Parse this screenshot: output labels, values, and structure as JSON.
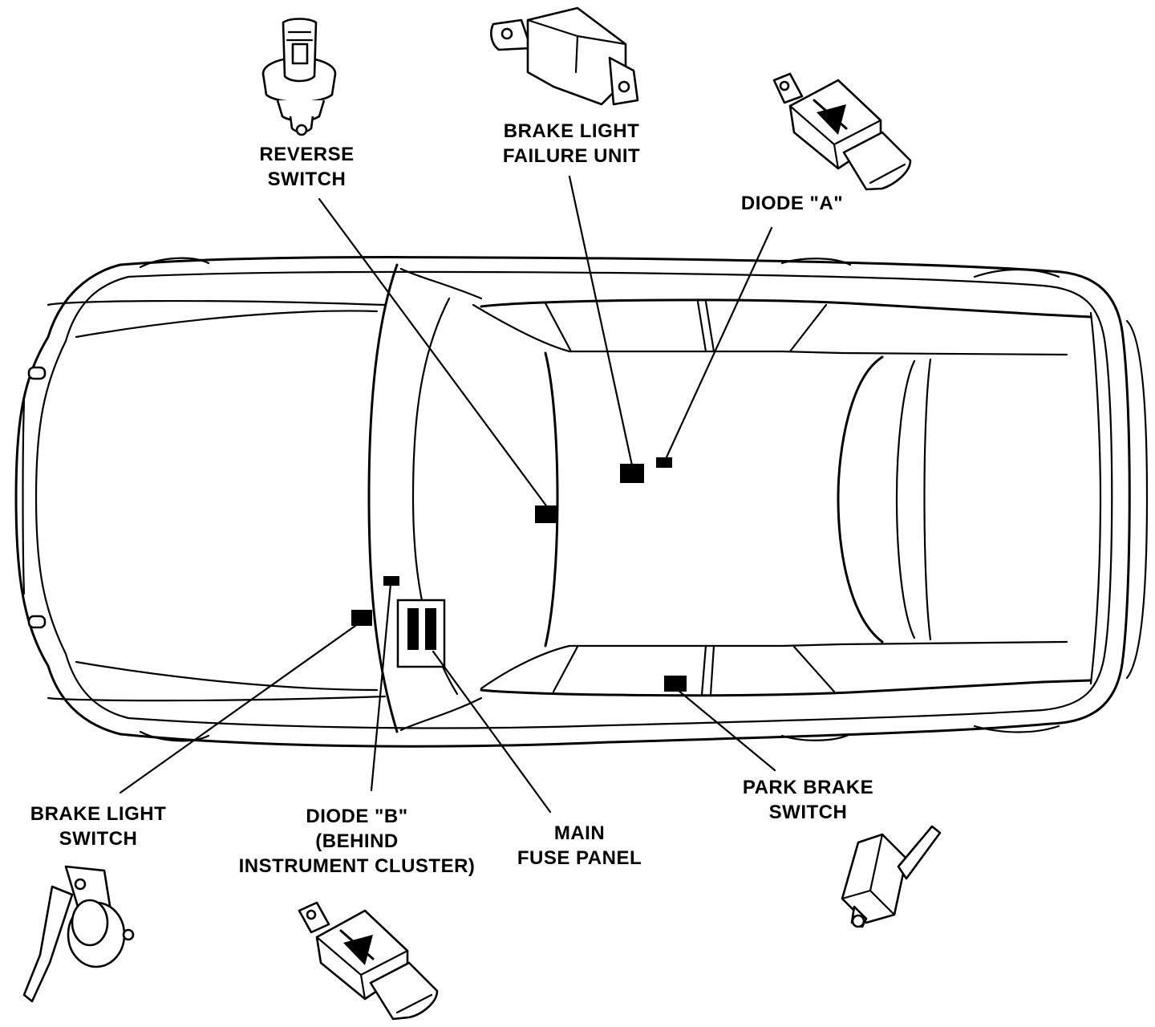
{
  "labels": {
    "reverse_switch": [
      "REVERSE",
      "SWITCH"
    ],
    "brake_light_failure_unit": [
      "BRAKE LIGHT",
      "FAILURE UNIT"
    ],
    "diode_a": [
      "DIODE \"A\""
    ],
    "park_brake_switch": [
      "PARK BRAKE",
      "SWITCH"
    ],
    "brake_light_switch": [
      "BRAKE LIGHT",
      "SWITCH"
    ],
    "diode_b": [
      "DIODE \"B\"",
      "(BEHIND",
      "INSTRUMENT CLUSTER)"
    ],
    "main_fuse_panel": [
      "MAIN",
      "FUSE PANEL"
    ]
  },
  "colors": {
    "ink": "#000000",
    "paper": "#ffffff"
  }
}
